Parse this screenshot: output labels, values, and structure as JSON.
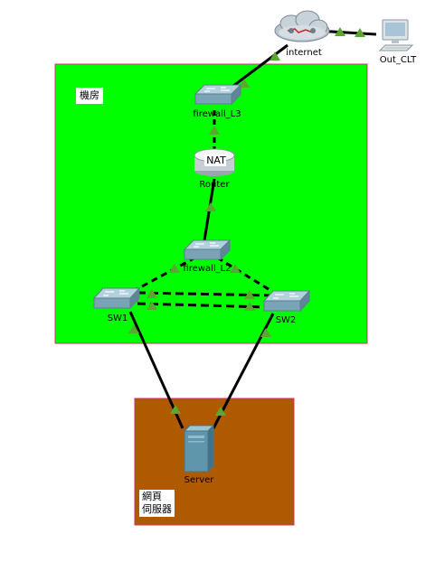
{
  "zones": {
    "datacenter": {
      "label": "機房",
      "fill": "#00ff00",
      "border": "#d0306a"
    },
    "webserver": {
      "label_line1": "網頁",
      "label_line2": "伺服器",
      "fill": "#b05a00",
      "border": "#d0306a"
    }
  },
  "devices": {
    "internet": {
      "label": "internet",
      "icon": "cloud-icon"
    },
    "out_clt": {
      "label": "Out_CLT",
      "icon": "pc-icon"
    },
    "firewall_l3": {
      "label": "firewall_L3",
      "icon": "switch-icon"
    },
    "router": {
      "label": "Router",
      "badge": "NAT",
      "icon": "router-icon"
    },
    "firewall_l2": {
      "label": "firewall_L2",
      "icon": "switch-icon"
    },
    "sw1": {
      "label": "SW1",
      "icon": "switch-icon"
    },
    "sw2": {
      "label": "SW2",
      "icon": "switch-icon"
    },
    "server": {
      "label": "Server",
      "icon": "server-icon"
    }
  },
  "colors": {
    "link_up": "#5aa832",
    "link_line": "#000000"
  }
}
